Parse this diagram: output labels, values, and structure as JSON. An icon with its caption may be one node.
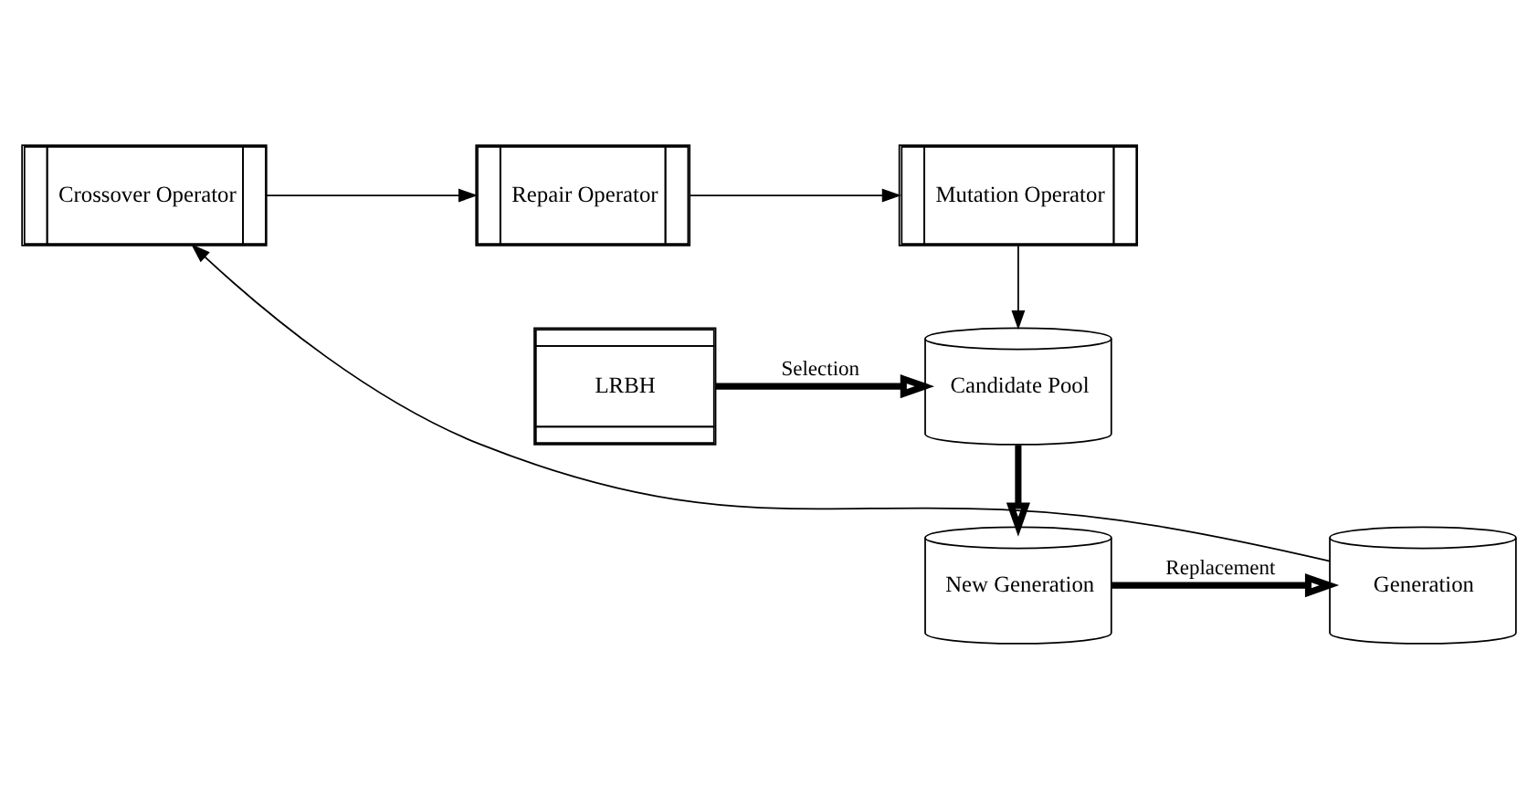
{
  "diagram": {
    "nodes": [
      {
        "text": [
          "Crossover Operator"
        ]
      },
      {
        "text": [
          "Repair Operator"
        ]
      },
      {
        "text": [
          "Mutation Operator"
        ]
      },
      {
        "text": [
          "LRBH"
        ]
      },
      {
        "text": [
          "Candidate Pool"
        ]
      },
      {
        "text": [
          "Generation"
        ]
      },
      {
        "text": [
          "New Generation"
        ]
      }
    ],
    "edges": [
      {
        "from": 0,
        "to": 1,
        "arrow": "to"
      },
      {
        "from": 1,
        "to": 2,
        "arrow": "to"
      },
      {
        "from": 2,
        "to": 4,
        "arrow": "to"
      },
      {
        "from": 3,
        "to": 4,
        "arrow": "to",
        "label": "Selection",
        "style": "thick"
      },
      {
        "from": 4,
        "to": 6,
        "arrow": "to",
        "style": "thick"
      },
      {
        "from": 6,
        "to": 5,
        "arrow": "to",
        "label": "Replacement",
        "style": "thick"
      },
      {
        "from": 5,
        "to": 0,
        "arrow": "to"
      }
    ]
  }
}
